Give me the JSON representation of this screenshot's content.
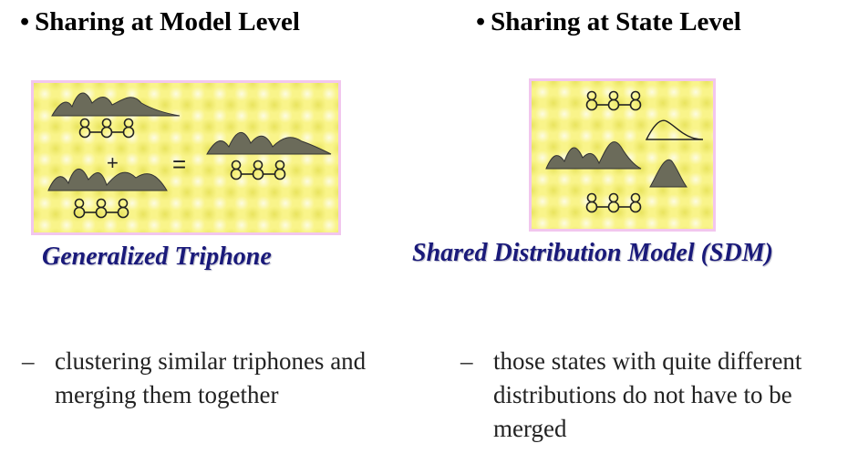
{
  "left": {
    "bullet": "•",
    "heading": "Sharing at Model Level",
    "plus": "+",
    "equals": "=",
    "caption": "Generalized Triphone",
    "dash": "–",
    "description": "clustering similar triphones and merging them together"
  },
  "right": {
    "bullet": "•",
    "heading": "Sharing at State Level",
    "caption": "Shared Distribution Model (SDM)",
    "dash": "–",
    "description": "those states with quite different distributions do not have to be merged"
  },
  "colors": {
    "caption": "#1a1a7a",
    "figure_background": "#f9f48a",
    "figure_border": "#f2c6ee",
    "waveform_fill": "#6b6b5a"
  }
}
